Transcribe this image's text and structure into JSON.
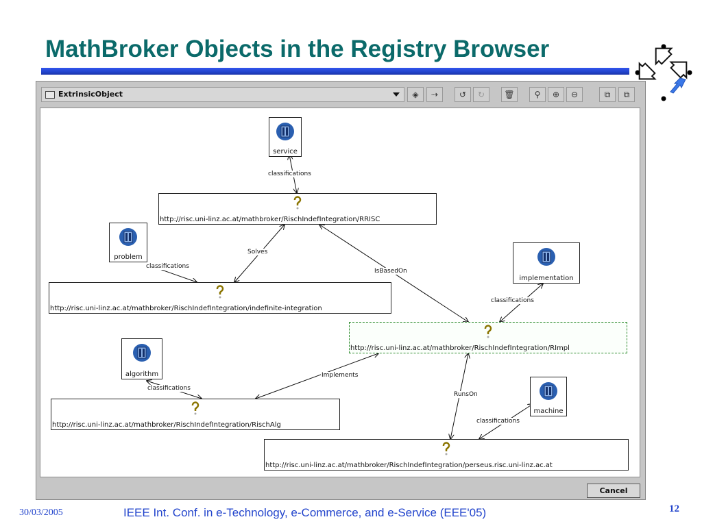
{
  "slide": {
    "title": "MathBroker Objects in the Registry Browser",
    "footer_date": "30/03/2005",
    "footer_conference": "IEEE Int. Conf. in e-Technology, e-Commerce, and e-Service (EEE'05)",
    "page_number": "12"
  },
  "window": {
    "object_type_selected": "ExtrinsicObject",
    "toolbar_icons": [
      "add-node-icon",
      "add-link-icon",
      "undo-icon",
      "redo-icon",
      "delete-icon",
      "zoom-icon",
      "zoom-in-icon",
      "zoom-out-icon",
      "layout-icon",
      "layout-alt-icon"
    ],
    "cancel_label": "Cancel"
  },
  "graph": {
    "icon_nodes": {
      "service": "service",
      "problem": "problem",
      "implementation": "implementation",
      "algorithm": "algorithm",
      "machine": "machine"
    },
    "url_nodes": {
      "rrisc": "http://risc.uni-linz.ac.at/mathbroker/RischIndefIntegration/RRISC",
      "indefinite": "http://risc.uni-linz.ac.at/mathbroker/RischIndefIntegration/indefinite-integration",
      "rimpl": "http://risc.uni-linz.ac.at/mathbroker/RischIndefIntegration/RImpl",
      "rischalg": "http://risc.uni-linz.ac.at/mathbroker/RischIndefIntegration/RischAlg",
      "perseus": "http://risc.uni-linz.ac.at/mathbroker/RischIndefIntegration/perseus.risc.uni-linz.ac.at"
    },
    "edge_labels": {
      "classifications": "classifications",
      "solves": "Solves",
      "is_based_on": "IsBasedOn",
      "implements": "Implements",
      "runs_on": "RunsOn"
    }
  }
}
